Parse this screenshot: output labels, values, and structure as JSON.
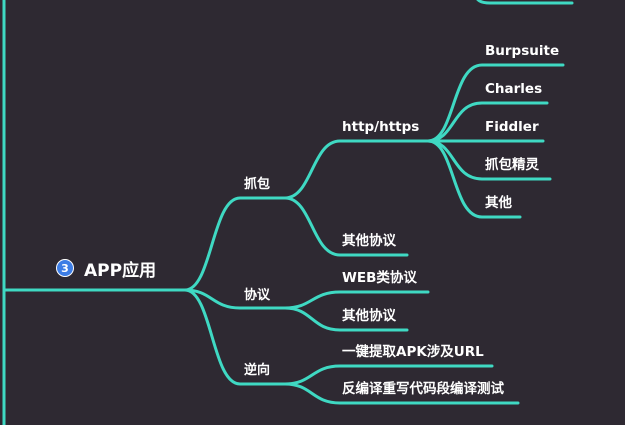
{
  "colors": {
    "background": "#2e2932",
    "branch": "#3fd9c3",
    "badge": "#3d7de5",
    "text": "#ffffff"
  },
  "root": {
    "badge_number": "3",
    "title": "APP应用"
  },
  "branches": {
    "capture": {
      "label": "抓包",
      "http": {
        "label": "http/https",
        "tools": [
          "Burpsuite",
          "Charles",
          "Fiddler",
          "抓包精灵",
          "其他"
        ]
      },
      "other": "其他协议"
    },
    "protocol": {
      "label": "协议",
      "items": [
        "WEB类协议",
        "其他协议"
      ]
    },
    "reverse": {
      "label": "逆向",
      "items": [
        "一键提取APK涉及URL",
        "反编译重写代码段编译测试"
      ]
    }
  }
}
